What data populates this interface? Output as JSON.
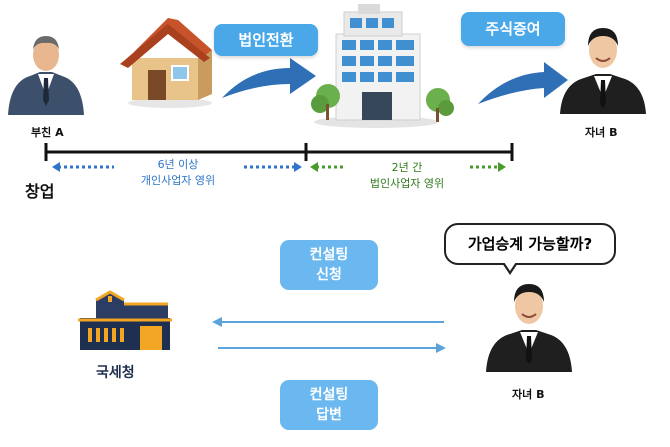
{
  "top": {
    "founder_label": "부친 A",
    "conversion_label": "법인전환",
    "gift_label": "주식증여",
    "child_label": "자녀 B",
    "start_label": "창업",
    "period_sole": [
      "6년 이상",
      "개인사업자 영위"
    ],
    "period_corp": [
      "2년 간",
      "법인사업자 영위"
    ]
  },
  "bottom": {
    "consult_request": [
      "컨설팅",
      "신청"
    ],
    "consult_answer": [
      "컨설팅",
      "답변"
    ],
    "tax_office_label": "국세청",
    "child_label": "자녀 B",
    "question": "가업승계 가능할까?"
  },
  "colors": {
    "tag_blue": "#4aa7e8",
    "arrow_blue": "#2f6fb6",
    "dotted_blue": "#2f74c8",
    "dotted_green": "#4a9a2a",
    "green_text": "#2f7a1d"
  }
}
